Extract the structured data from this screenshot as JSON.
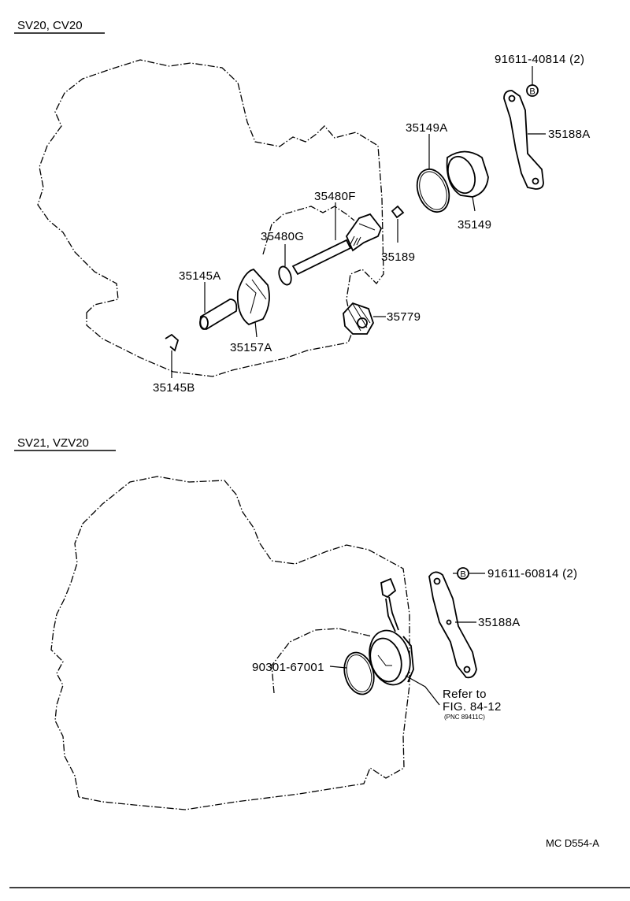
{
  "top": {
    "header": "SV20, CV20",
    "labels": {
      "bolt": "91611-40814 (2)",
      "bolt_marker": "B",
      "bracket": "35188A",
      "oring": "35149A",
      "cover": "35149",
      "shaft": "35480F",
      "seal": "35480G",
      "clip": "35189",
      "sleeve": "35145A",
      "gear": "35779",
      "plate": "35157A",
      "spring": "35145B"
    }
  },
  "bottom": {
    "header": "SV21, VZV20",
    "labels": {
      "bolt": "91611-60814 (2)",
      "bolt_marker": "B",
      "bracket": "35188A",
      "oring": "90301-67001",
      "refer1": "Refer to",
      "refer2": "FIG. 84-12",
      "refer3": "(PNC 89411C)"
    }
  },
  "footer": {
    "code": "MC D554-A"
  }
}
